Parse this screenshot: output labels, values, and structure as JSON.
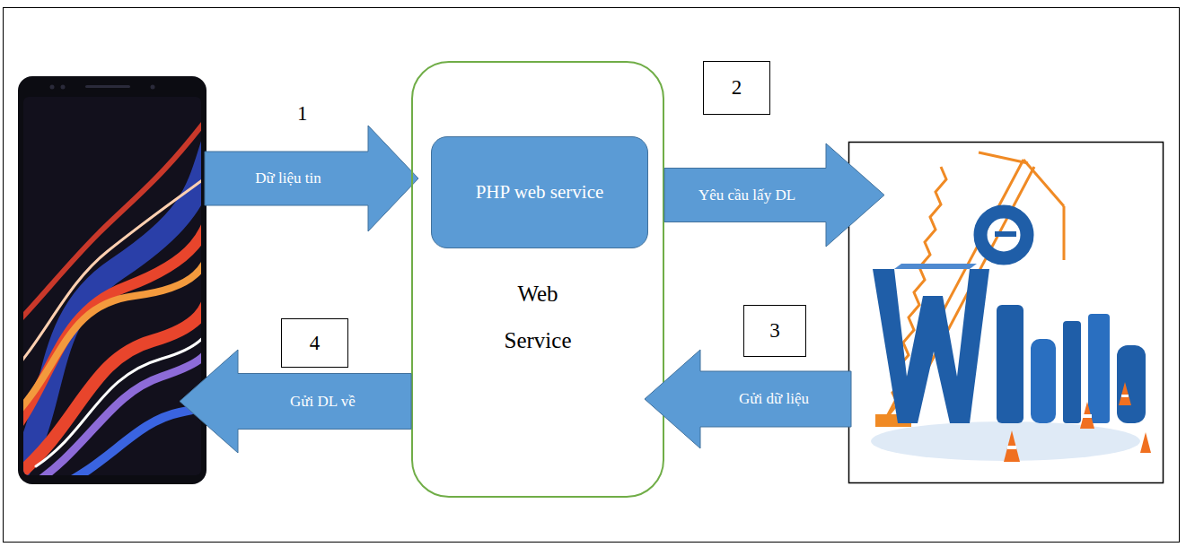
{
  "diagram": {
    "nodes": [
      {
        "text": [
          "Dữ liệu tin"
        ]
      },
      {
        "text": [
          "Web Service"
        ]
      },
      {
        "text": [
          "PHP web service"
        ],
        "in": 1
      },
      {
        "text": [
          "2"
        ]
      },
      {
        "text": [
          "Yêu cầu lấy DL"
        ]
      },
      {
        "text": [
          "4"
        ]
      },
      {
        "text": [
          "3"
        ]
      },
      {
        "text": [
          "Gửi DL về"
        ]
      },
      {
        "text": [
          "Gửi dữ liệu"
        ]
      }
    ],
    "labels": [
      "1"
    ]
  }
}
